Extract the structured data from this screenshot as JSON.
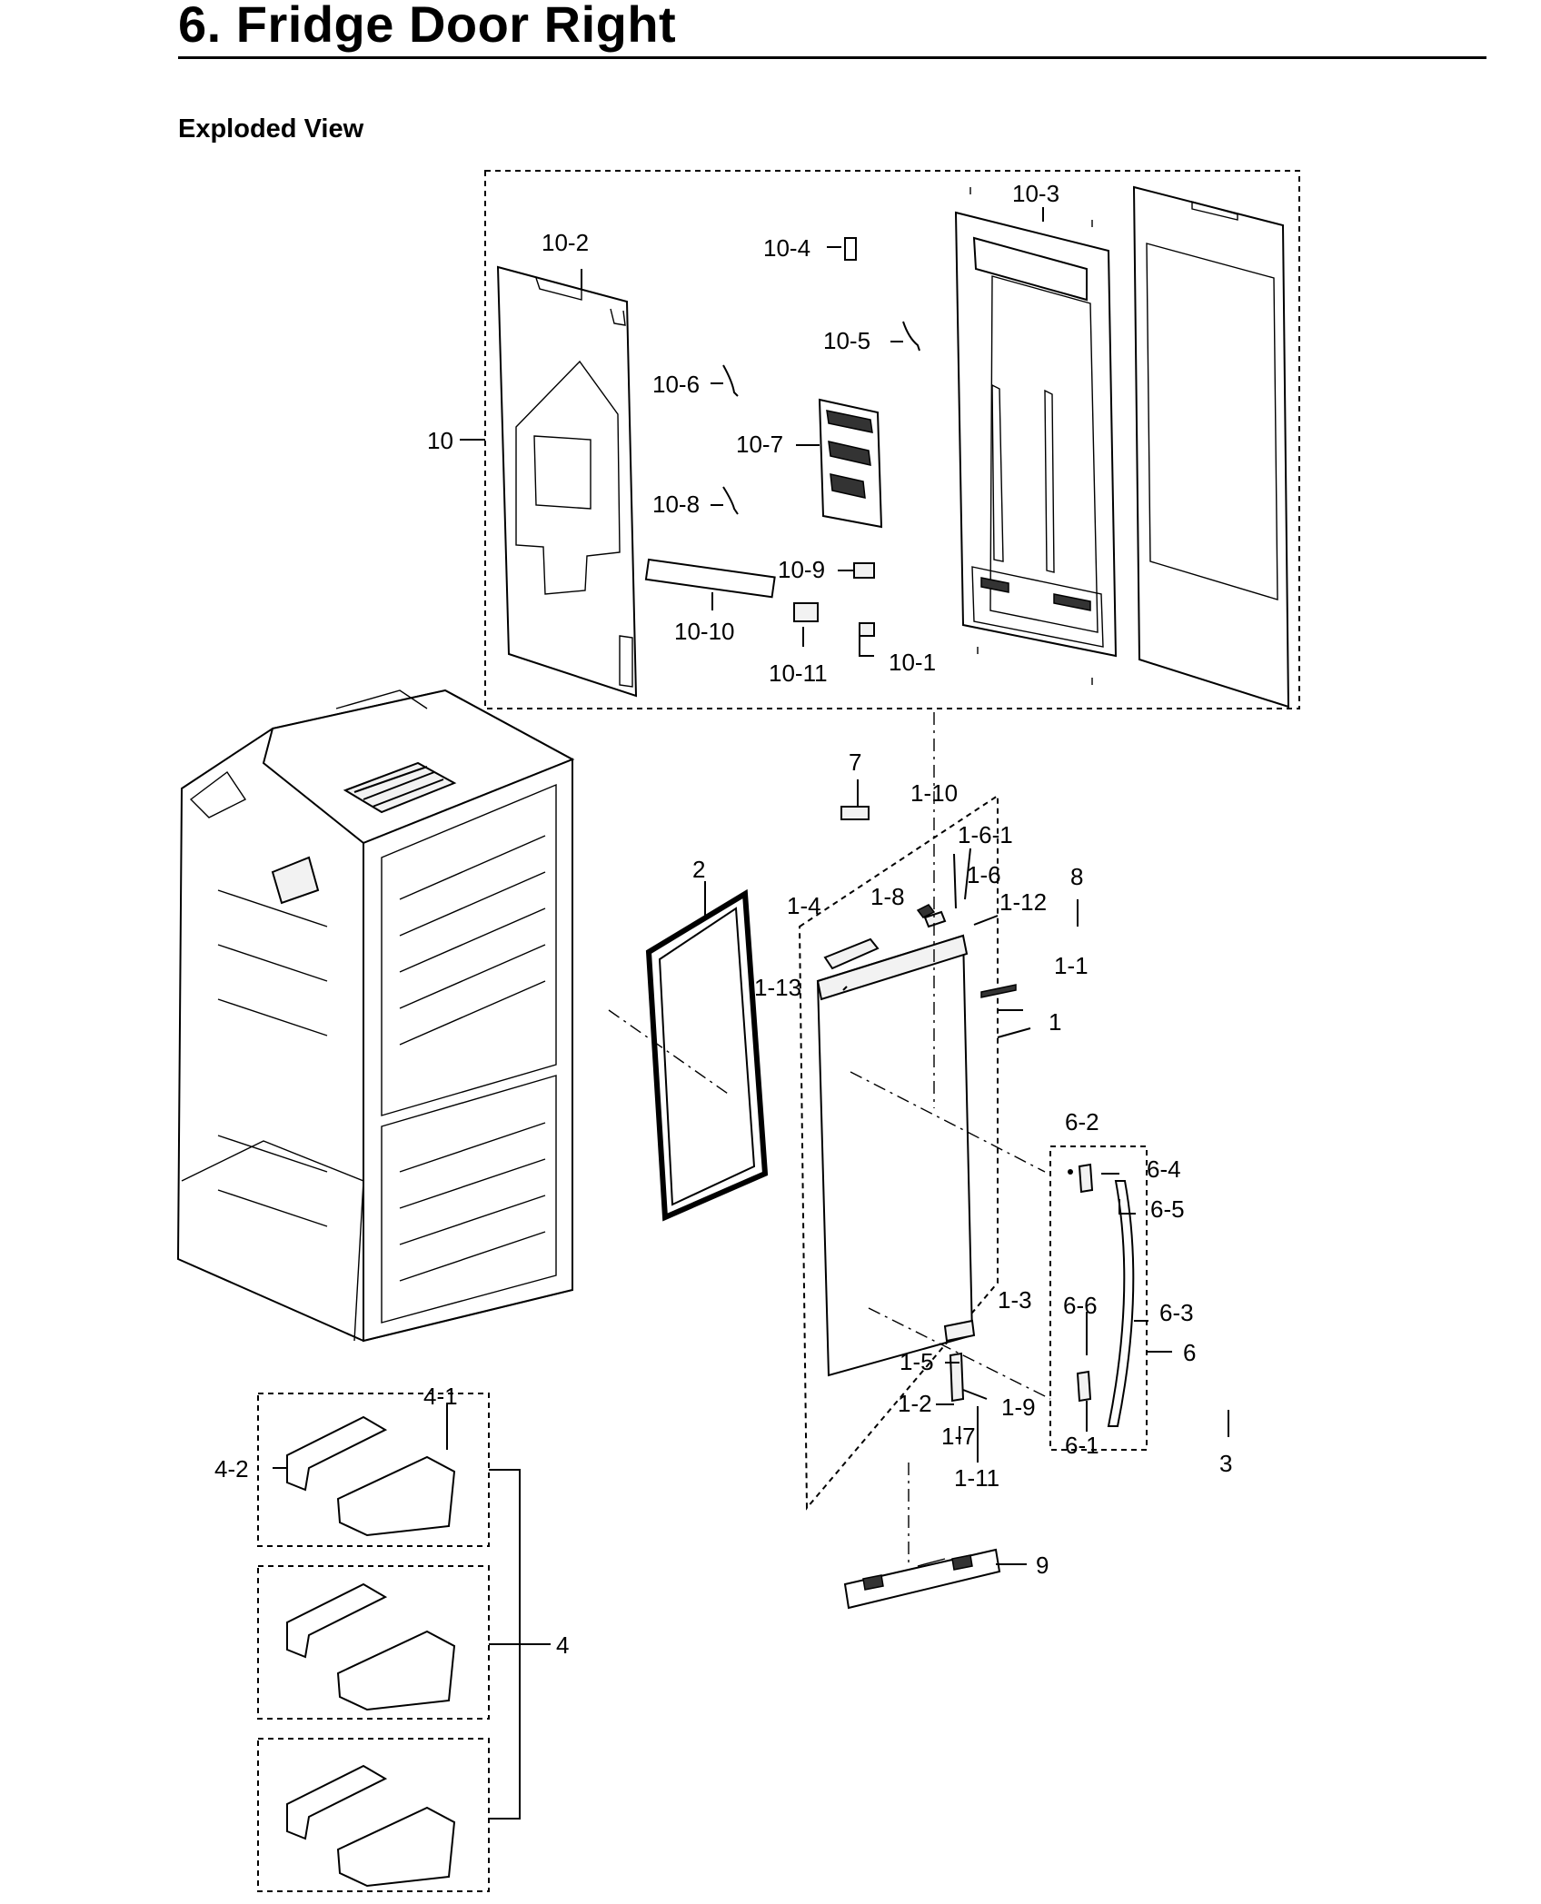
{
  "header": {
    "title": "6.  Fridge Door Right",
    "subtitle": "Exploded View"
  },
  "callouts": {
    "c10_3": "10-3",
    "c10_2": "10-2",
    "c10_4": "10-4",
    "c10_5": "10-5",
    "c10_6": "10-6",
    "c10": "10",
    "c10_7": "10-7",
    "c10_8": "10-8",
    "c10_9": "10-9",
    "c10_10": "10-10",
    "c10_11": "10-11",
    "c10_1": "10-1",
    "c7": "7",
    "c1_10": "1-10",
    "c1_6_1": "1-6-1",
    "c2": "2",
    "c1_6": "1-6",
    "c8": "8",
    "c1_4": "1-4",
    "c1_8": "1-8",
    "c1_12": "1-12",
    "c1_13": "1-13",
    "c1_1": "1-1",
    "c1": "1",
    "c6_2": "6-2",
    "c6_4": "6-4",
    "c6_5": "6-5",
    "c6_6": "6-6",
    "c6_3": "6-3",
    "c1_3": "1-3",
    "c6": "6",
    "c1_5": "1-5",
    "c4_1": "4-1",
    "c1_2": "1-2",
    "c1_9": "1-9",
    "c1_7": "1-7",
    "c6_1": "6-1",
    "c3": "3",
    "c4_2": "4-2",
    "c1_11": "1-11",
    "c9": "9",
    "c4": "4"
  }
}
